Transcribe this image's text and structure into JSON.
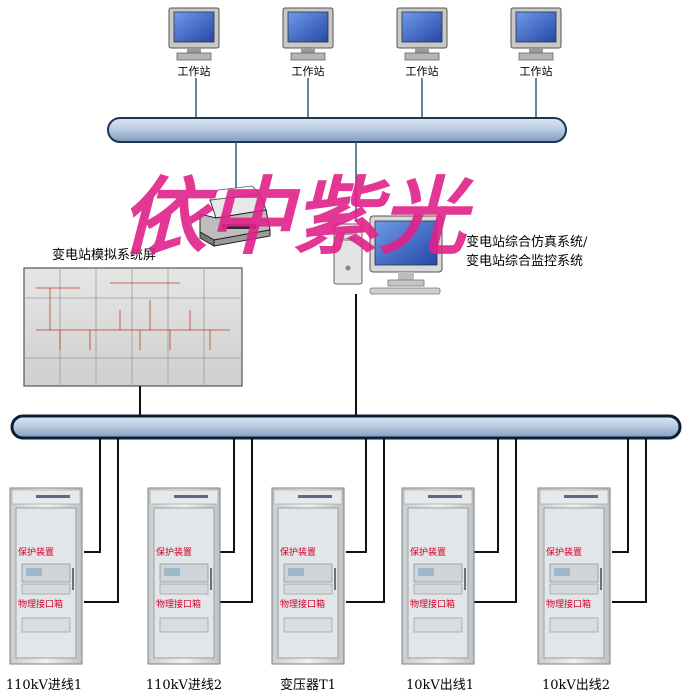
{
  "workstations": [
    {
      "label": "工作站"
    },
    {
      "label": "工作站"
    },
    {
      "label": "工作站"
    },
    {
      "label": "工作站"
    }
  ],
  "watermark": "依中紫光",
  "simulation_screen": {
    "label": "变电站模拟系统屏"
  },
  "monitoring_system": {
    "line1": "变电站综合仿真系统/",
    "line2": "变电站综合监控系统"
  },
  "bays": [
    {
      "name": "110kV进线1",
      "device_top": "保护装置",
      "device_bottom": "物理接口箱"
    },
    {
      "name": "110kV进线2",
      "device_top": "保护装置",
      "device_bottom": "物理接口箱"
    },
    {
      "name": "变压器T1",
      "device_top": "保护装置",
      "device_bottom": "物理接口箱"
    },
    {
      "name": "10kV出线1",
      "device_top": "保护装置",
      "device_bottom": "物理接口箱"
    },
    {
      "name": "10kV出线2",
      "device_top": "保护装置",
      "device_bottom": "物理接口箱"
    }
  ],
  "colors": {
    "bus_fill": "#b8cde4",
    "bus_stroke": "#0a1f3a",
    "screen_blue": "#3a64c8",
    "cabinet": "#d9dde0",
    "watermark": "#e0218a",
    "panel_text": "#d0002a"
  },
  "icons": {
    "workstation": "computer-monitor-icon",
    "printer": "printer-icon",
    "server_pc": "desktop-computer-icon",
    "cabinet": "protection-cabinet-icon"
  }
}
